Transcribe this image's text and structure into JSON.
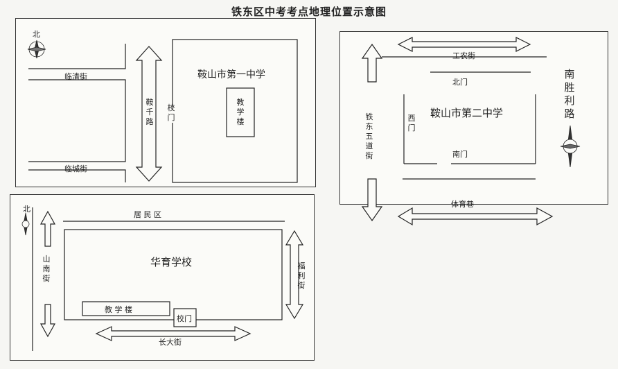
{
  "title": "铁东区中考考点地理位置示意图",
  "map1": {
    "north": "北",
    "linqing": "临清街",
    "lincheng": "临城街",
    "anqian": "鞍千路",
    "gate": "校门",
    "school": "鞍山市第一中学",
    "building": "教学楼"
  },
  "map2": {
    "gongnong": "工农街",
    "north_gate": "北门",
    "west_gate": "西门",
    "south_gate": "南门",
    "school": "鞍山市第二中学",
    "tiedong": "铁东五道街",
    "nanshengli": "南胜利路",
    "tiyu": "体育巷"
  },
  "map3": {
    "north": "北",
    "residential": "居  民  区",
    "school": "华育学校",
    "shannan": "山南街",
    "fuli": "福利街",
    "building": "教  学  楼",
    "gate": "校门",
    "changda": "长大街"
  },
  "colors": {
    "ink": "#222222",
    "paper": "#fbfbf8"
  },
  "icons": [
    "compass-rose-icon",
    "double-arrow-icon",
    "single-arrow-icon"
  ]
}
